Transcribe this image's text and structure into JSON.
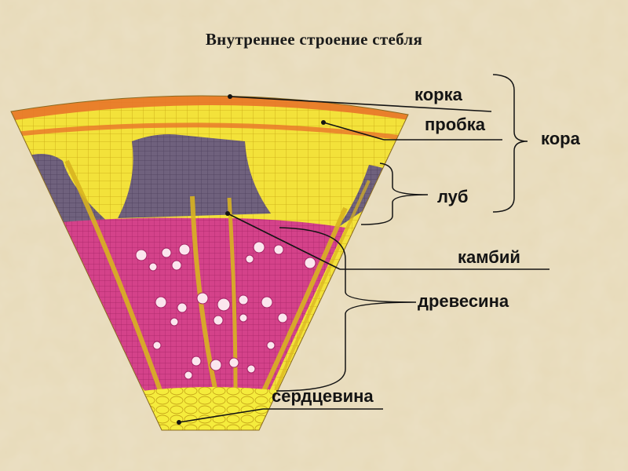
{
  "title": "Внутреннее строение стебля",
  "labels": {
    "korka": "корка",
    "probka": "пробка",
    "kora": "кора",
    "lub": "луб",
    "kambiy": "камбий",
    "drevesina": "древесина",
    "serdcevina": "сердцевина"
  },
  "colors": {
    "background": "#e6d8b6",
    "bark_yellow": "#f2e22a",
    "phloem_purple": "#6a5a7a",
    "wood_pink": "#d8458a",
    "pith_yellow": "#f5ec3a",
    "vessel_white": "#fbe6ee"
  }
}
